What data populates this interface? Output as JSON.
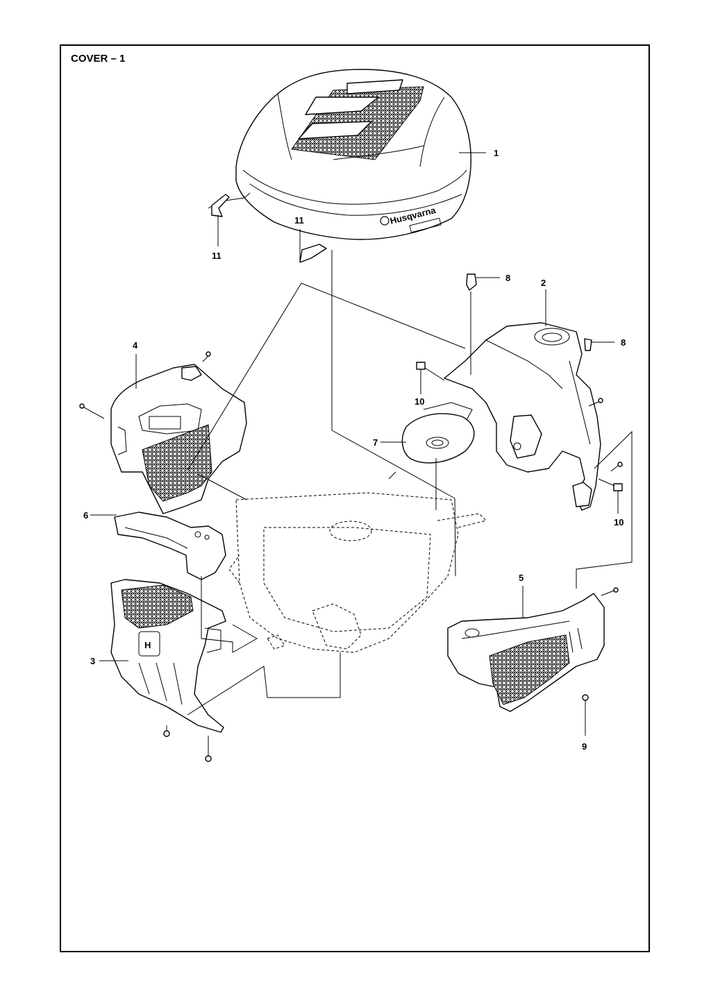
{
  "title": "COVER – 1",
  "brand_text": "Husqvarna",
  "callouts": [
    "1",
    "2",
    "3",
    "4",
    "5",
    "6",
    "7",
    "8",
    "8",
    "9",
    "10",
    "10",
    "11",
    "11"
  ]
}
